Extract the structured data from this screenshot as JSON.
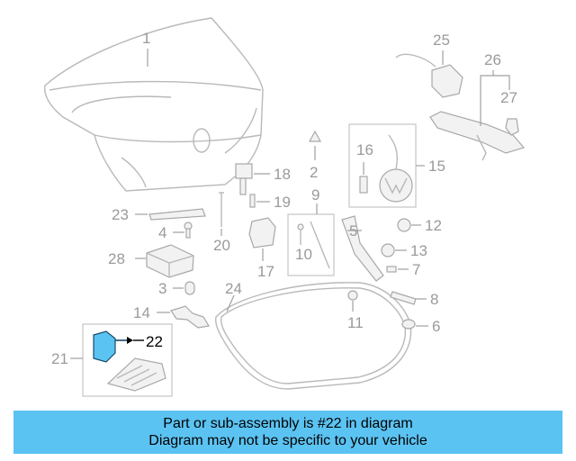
{
  "diagram": {
    "callouts": [
      "1",
      "2",
      "3",
      "4",
      "5",
      "6",
      "7",
      "8",
      "9",
      "10",
      "11",
      "12",
      "13",
      "14",
      "15",
      "16",
      "17",
      "18",
      "19",
      "20",
      "21",
      "22",
      "23",
      "24",
      "25",
      "26",
      "27",
      "28"
    ],
    "highlighted_callout": "22",
    "colors": {
      "highlight_part": "#5bc3f2",
      "line": "#b9b9b9",
      "label": "#9a9a9a",
      "banner": "#5bc3f2"
    }
  },
  "banner": {
    "line1": "Part or sub-assembly is #22 in diagram",
    "line2": "Diagram may not be specific to your vehicle"
  }
}
